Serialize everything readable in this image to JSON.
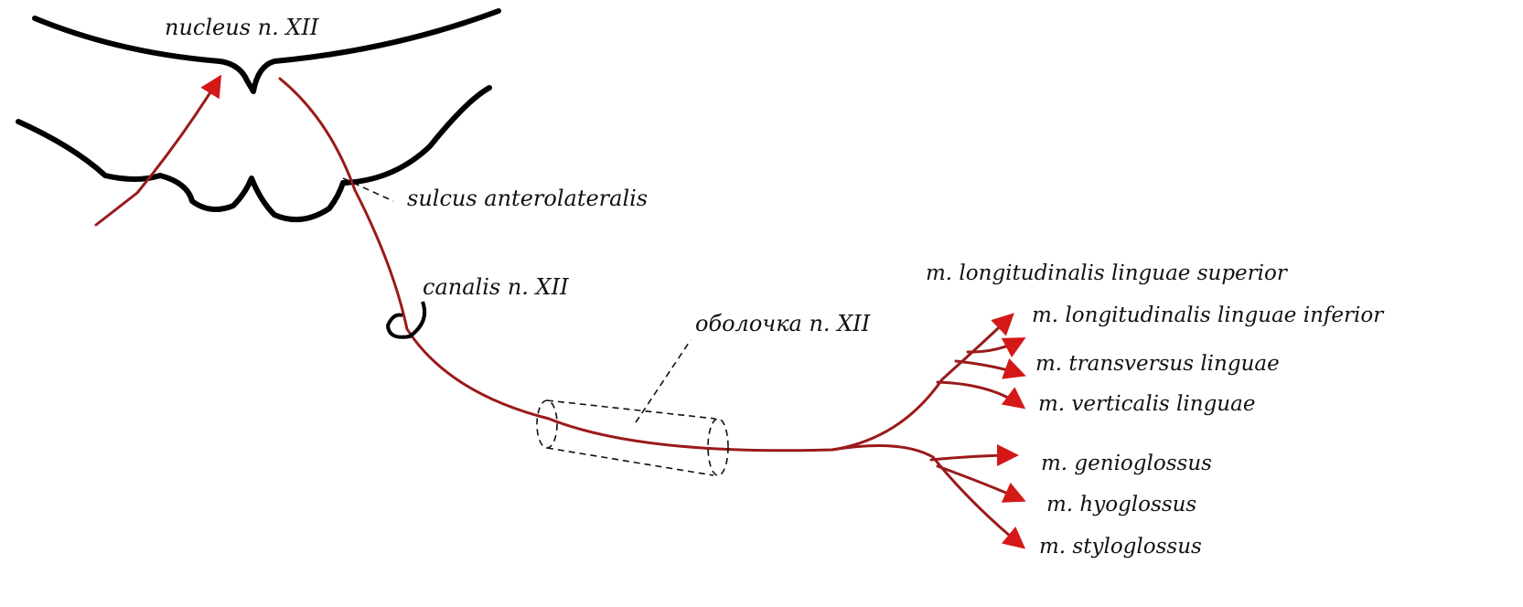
{
  "colors": {
    "nerve": "#9a1a1a",
    "arrowhead": "#d41818",
    "outline": "#000000",
    "text": "#111111"
  },
  "labels": {
    "nucleus": "nucleus n. XII",
    "sulcus": "sulcus anterolateralis",
    "canalis": "canalis n. XII",
    "sheath": "оболочка n. XII"
  },
  "muscles": [
    "m. longitudinalis linguae superior",
    "m. longitudinalis linguae inferior",
    "m. transversus linguae",
    "m. verticalis linguae",
    "m. genioglossus",
    "m. hyoglossus",
    "m. styloglossus"
  ]
}
